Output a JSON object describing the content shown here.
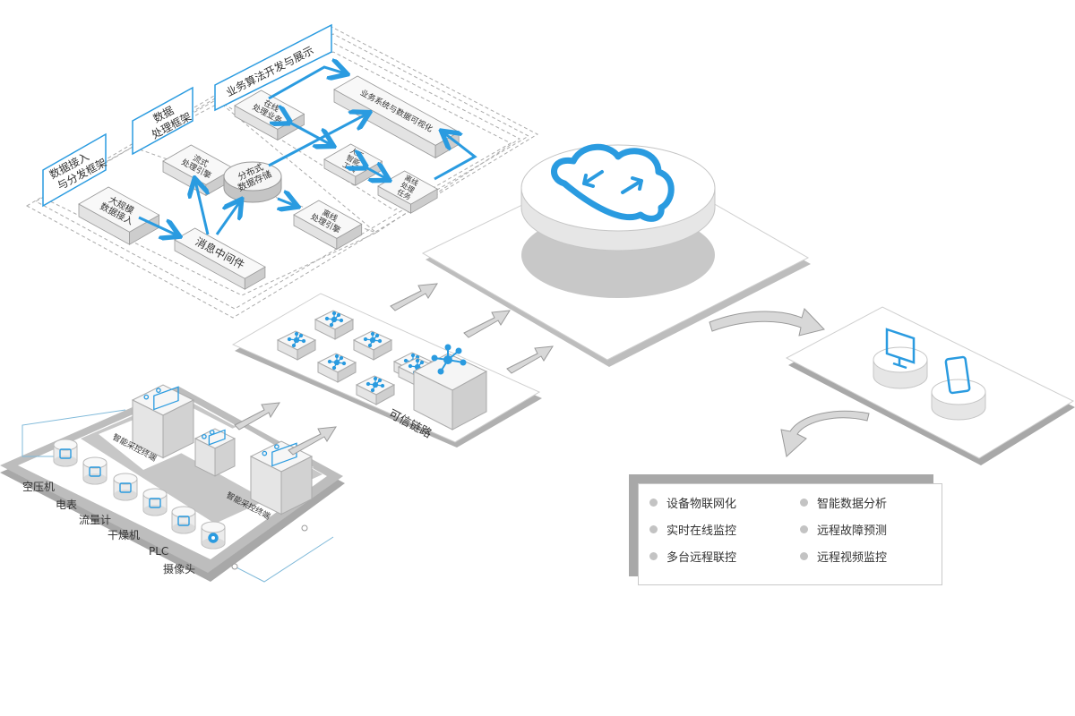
{
  "colors": {
    "accent": "#2a9be0",
    "box_top": "#f7f7f7",
    "box_side": "#d9d9d9",
    "platform": "#bdbdbd",
    "arrow_gray": "#d4d4d4"
  },
  "software_layer": {
    "frame_labels": [
      "数据接入\n与分发框架",
      "数据\n处理框架",
      "业务算法开发与展示"
    ],
    "modules": {
      "big_data_ingest": "大规模\n数据接入",
      "message_middleware": "消息中间件",
      "stream_engine": "流式\n处理引擎",
      "distributed_storage": "分布式\n数据存储",
      "offline_engine": "离线\n处理引擎",
      "online_service": "在线\n处理业务",
      "ai_tools": "人工\n智能\n工具",
      "offline_tasks": "离线\n处理\n任务",
      "visualization": "业务系统与数据可视化"
    }
  },
  "device_layer": {
    "devices": [
      "空压机",
      "电表",
      "流量计",
      "干燥机",
      "PLC",
      "摄像头"
    ],
    "terminal_labels": [
      "智能采控终端",
      "智能采控终端"
    ]
  },
  "network_layer": {
    "label": "可信链路"
  },
  "cloud_layer": {
    "icon": "cloud-sync-icon"
  },
  "client_layer": {
    "icons": [
      "monitor-icon",
      "tablet-icon"
    ]
  },
  "features": {
    "items": [
      "设备物联网化",
      "智能数据分析",
      "实时在线监控",
      "远程故障预测",
      "多台远程联控",
      "远程视频监控"
    ]
  }
}
